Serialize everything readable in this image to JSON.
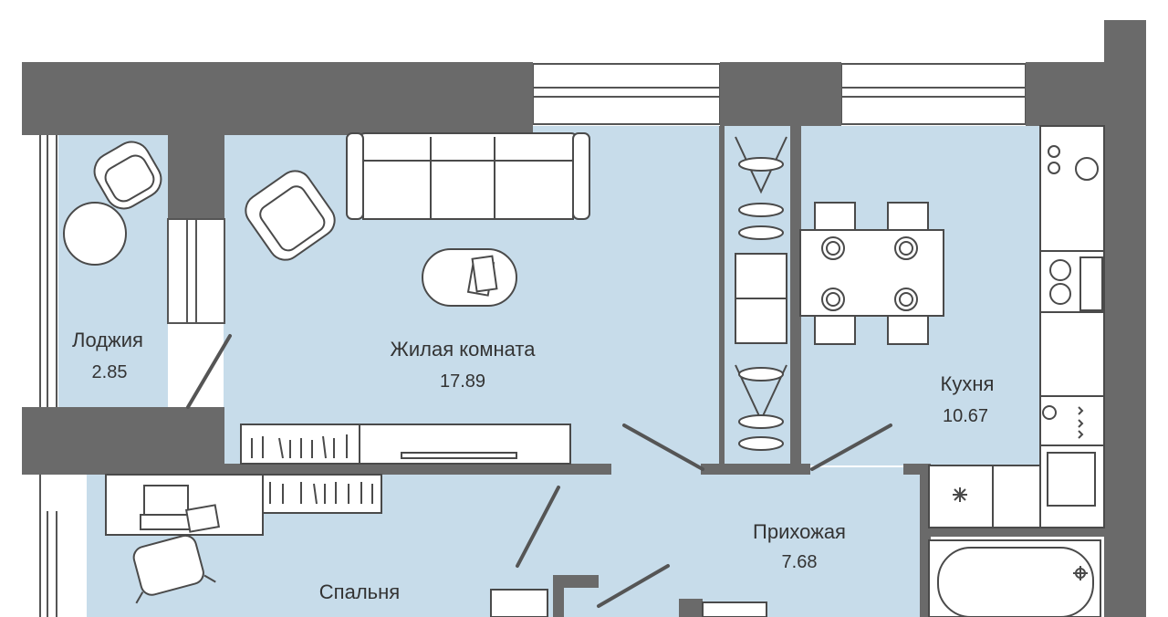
{
  "plan": {
    "floor_color": "#c7dcea",
    "wall_color": "#6a6a6a",
    "furniture_stroke": "#4a4a4a",
    "rooms": [
      {
        "id": "loggia",
        "name": "Лоджия",
        "area": "2.85"
      },
      {
        "id": "living",
        "name": "Жилая комната",
        "area": "17.89"
      },
      {
        "id": "kitchen",
        "name": "Кухня",
        "area": "10.67"
      },
      {
        "id": "hall",
        "name": "Прихожая",
        "area": "7.68"
      },
      {
        "id": "bedroom",
        "name": "Спальня",
        "area": ""
      }
    ]
  }
}
